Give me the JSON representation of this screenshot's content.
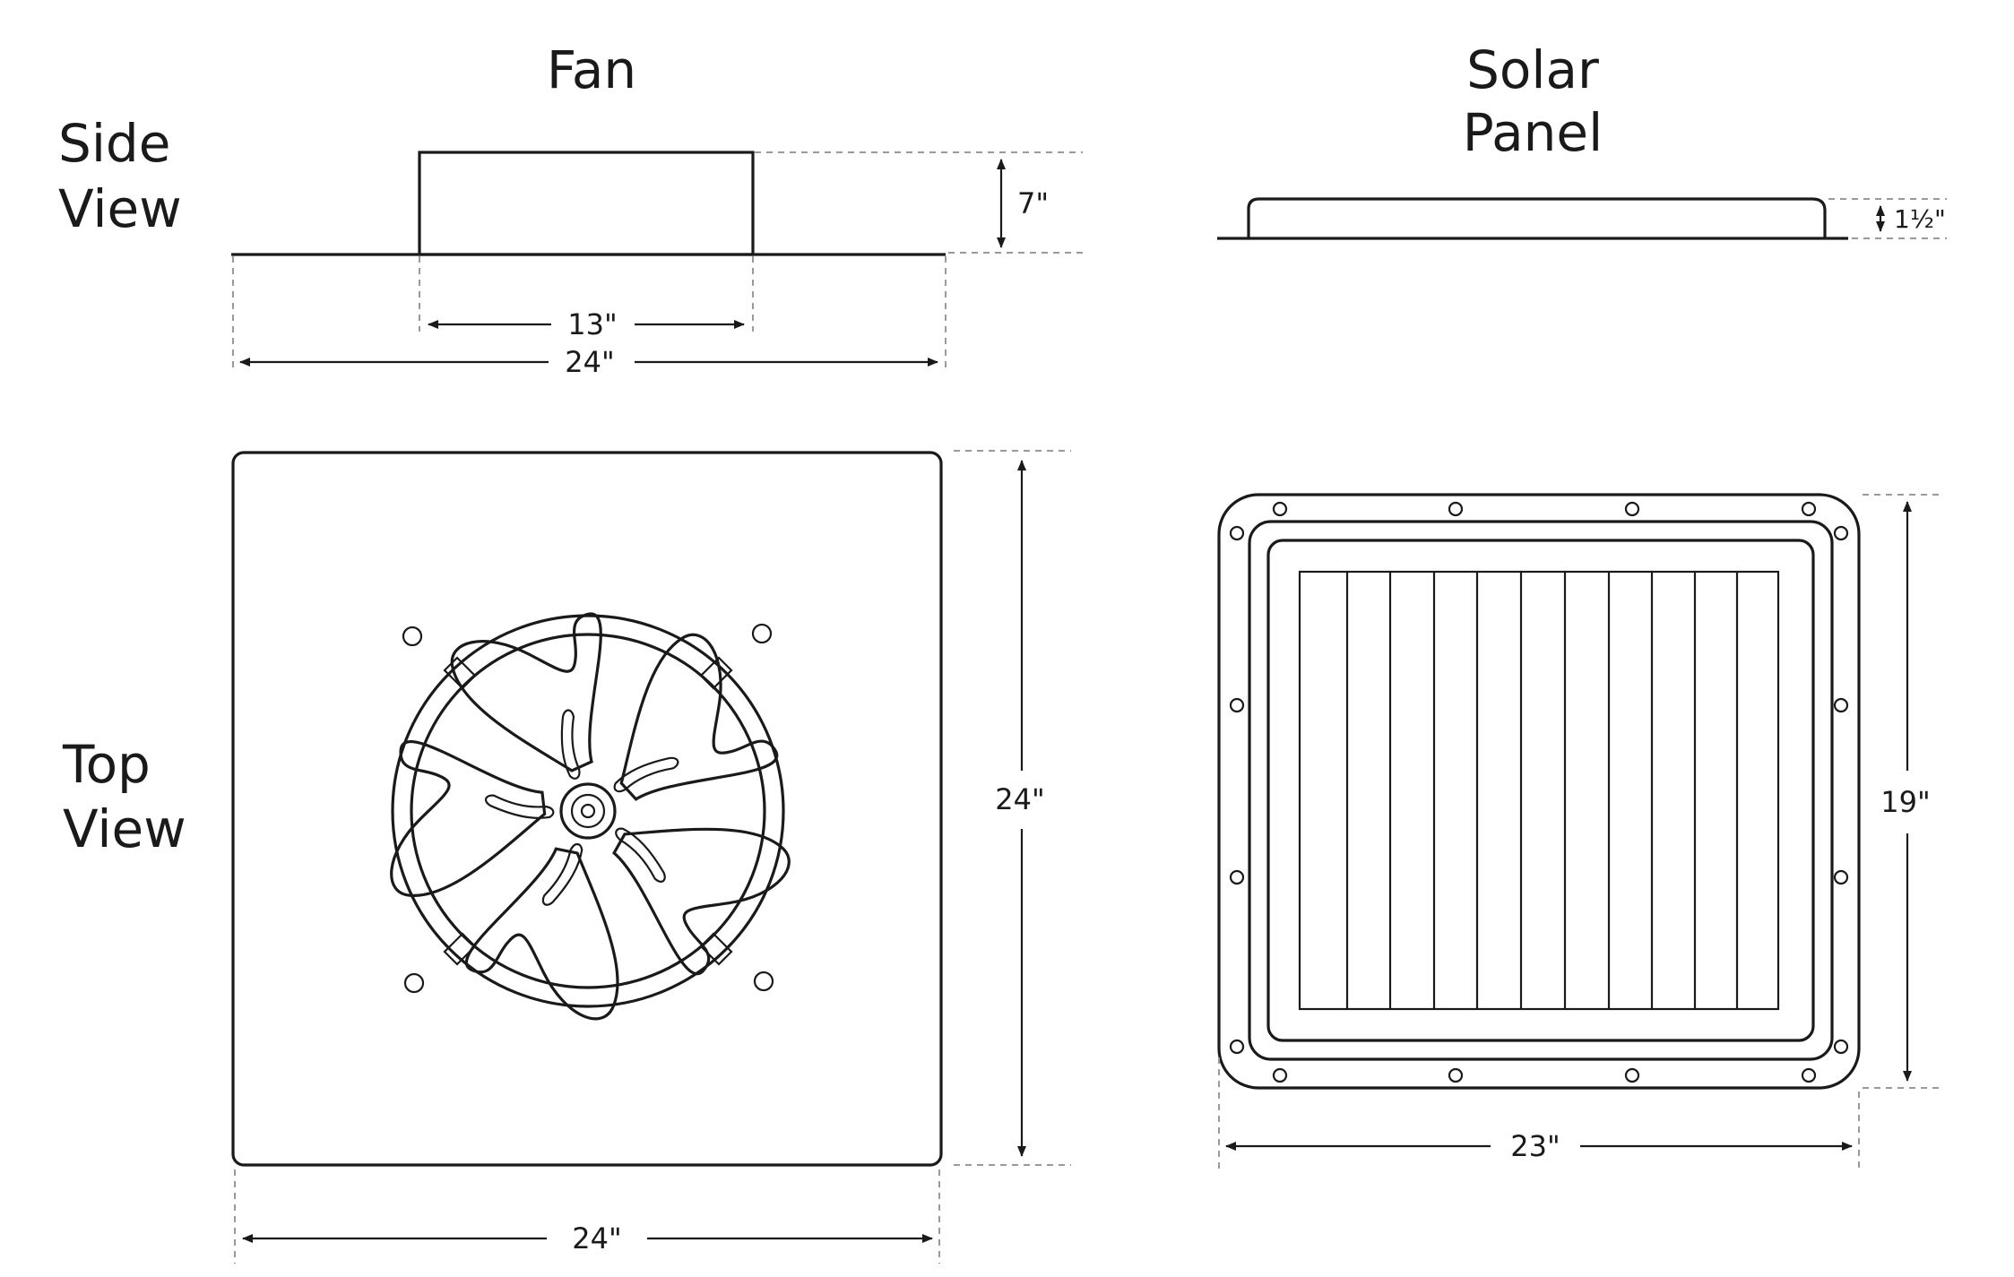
{
  "headings": {
    "fan": "Fan",
    "solar_panel_line1": "Solar",
    "solar_panel_line2": "Panel",
    "side_view_line1": "Side",
    "side_view_line2": "View",
    "top_view_line1": "Top",
    "top_view_line2": "View"
  },
  "dimensions": {
    "fan_side_height": "7\"",
    "fan_side_shroud_width": "13\"",
    "fan_side_base_width": "24\"",
    "panel_side_height": "1½\"",
    "fan_top_height": "24\"",
    "fan_top_width": "24\"",
    "panel_top_height": "19\"",
    "panel_top_width": "23\""
  },
  "colors": {
    "line": "#1a1a1a",
    "dashed_guide": "#9a9a9a",
    "background": "#ffffff"
  }
}
